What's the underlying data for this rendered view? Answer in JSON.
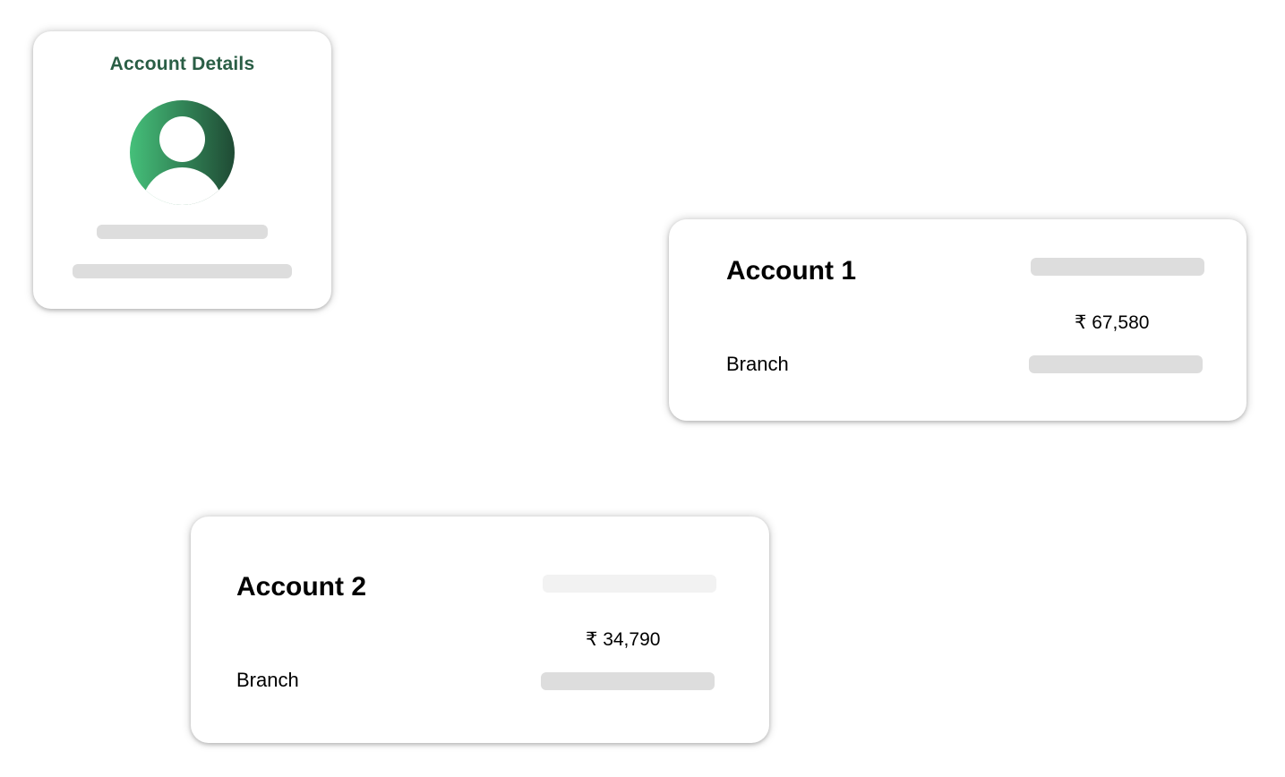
{
  "colors": {
    "brand_green": "#2a5e45",
    "avatar_gradient_start": "#45c07a",
    "avatar_gradient_end": "#1f4a34",
    "placeholder_gray": "#dddddd"
  },
  "profile_card": {
    "title": "Account Details",
    "avatar_icon": "user-avatar-icon"
  },
  "accounts": [
    {
      "title": "Account 1",
      "amount": "₹ 67,580",
      "branch_label": "Branch"
    },
    {
      "title": "Account 2",
      "amount": "₹ 34,790",
      "branch_label": "Branch"
    }
  ]
}
